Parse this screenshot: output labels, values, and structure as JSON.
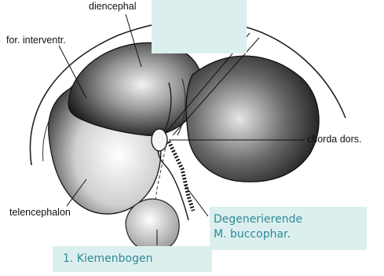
{
  "labels": {
    "diencephalon": "diencephal",
    "for_interventr": "for. interventr.",
    "chorda_dors": "chorda dors.",
    "telencephalon": "telencephalon"
  },
  "callouts": {
    "degenerierende_line1": "Degenerierende",
    "degenerierende_line2": "M. buccophar.",
    "kiemenbogen": "1. Kiemenbogen"
  },
  "colors": {
    "callout_box": "#dcefef",
    "callout_text": "#2c8a96"
  }
}
